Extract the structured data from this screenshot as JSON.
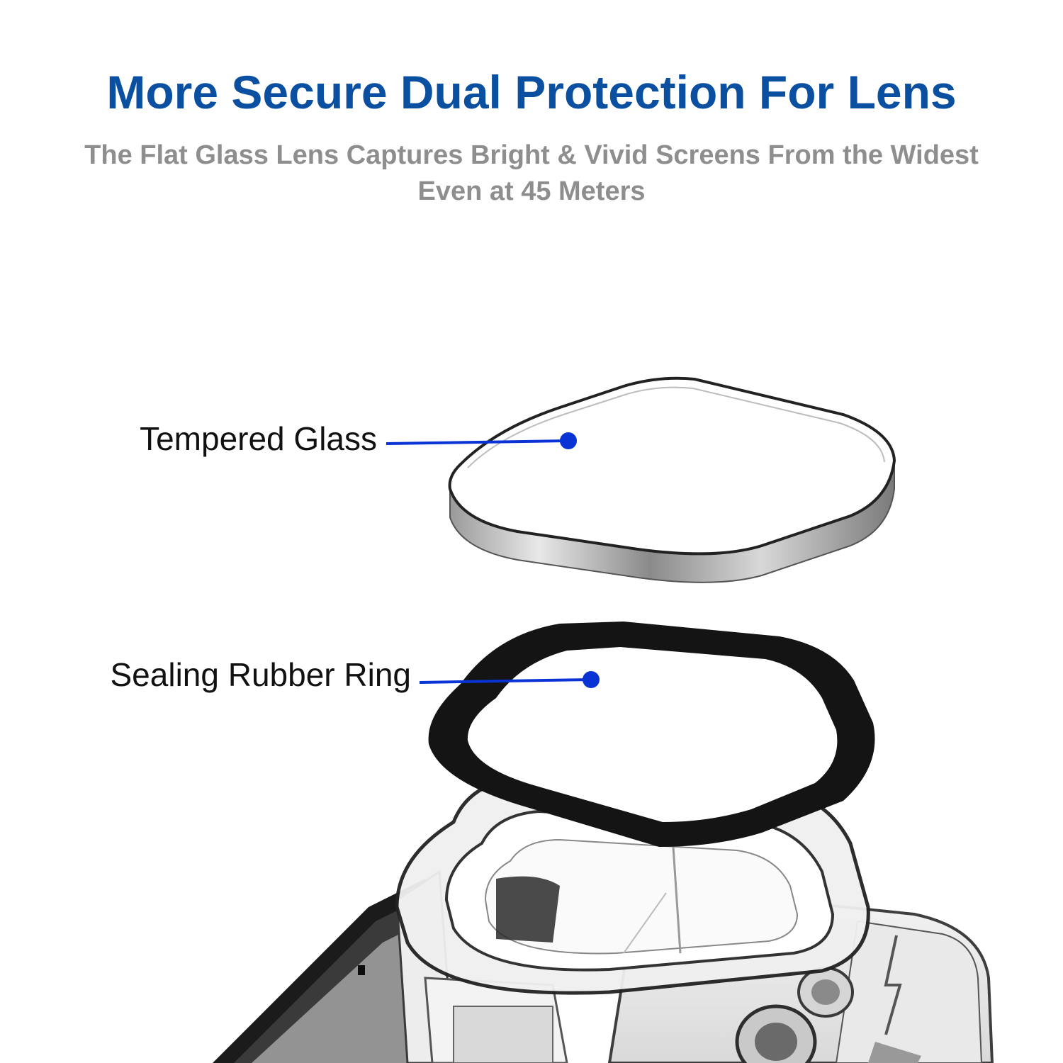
{
  "header": {
    "title": "More Secure Dual Protection For Lens",
    "subtitle": "The Flat Glass Lens Captures Bright & Vivid Screens From the Widest Even at 45 Meters"
  },
  "callouts": [
    {
      "id": "tempered-glass",
      "label": "Tempered Glass"
    },
    {
      "id": "sealing-rubber-ring",
      "label": "Sealing Rubber Ring"
    }
  ],
  "colors": {
    "title": "#0b4fa0",
    "subtitle": "#8e8e8e",
    "callout_line": "#0a33d6",
    "rubber_ring": "#141414"
  }
}
